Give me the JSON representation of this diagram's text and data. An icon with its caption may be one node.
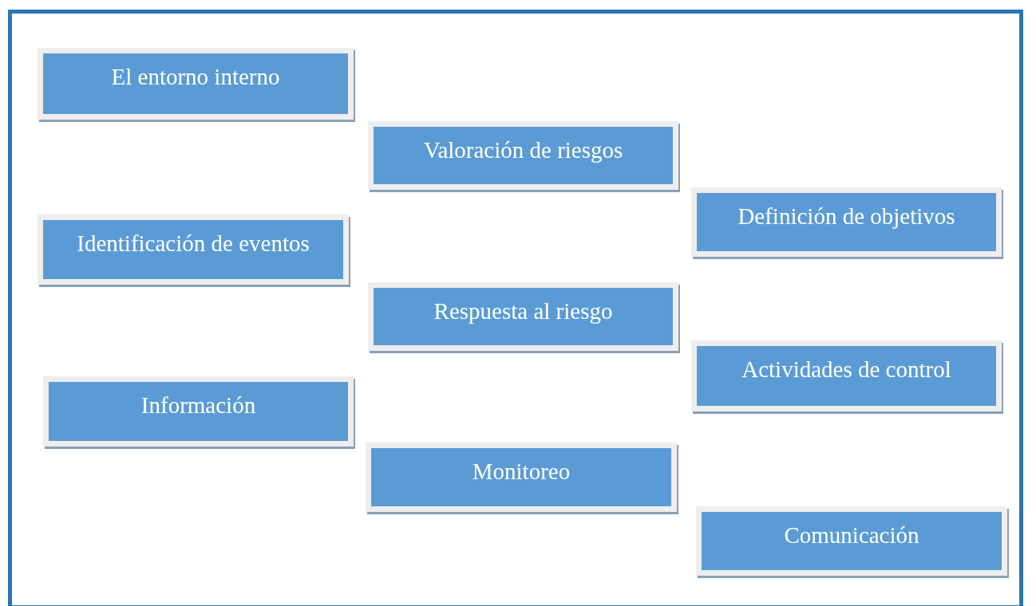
{
  "diagram": {
    "nodes": [
      {
        "text": [
          "El entorno interno"
        ]
      },
      {
        "text": [
          "Valoración de riesgos"
        ]
      },
      {
        "text": [
          "Definición de objetivos"
        ]
      },
      {
        "text": [
          "Identificación de eventos"
        ]
      },
      {
        "text": [
          "Respuesta al riesgo"
        ]
      },
      {
        "text": [
          "Actividades de control"
        ]
      },
      {
        "text": [
          "Información"
        ]
      },
      {
        "text": [
          "Monitoreo"
        ]
      },
      {
        "text": [
          "Comunicación"
        ]
      }
    ]
  }
}
